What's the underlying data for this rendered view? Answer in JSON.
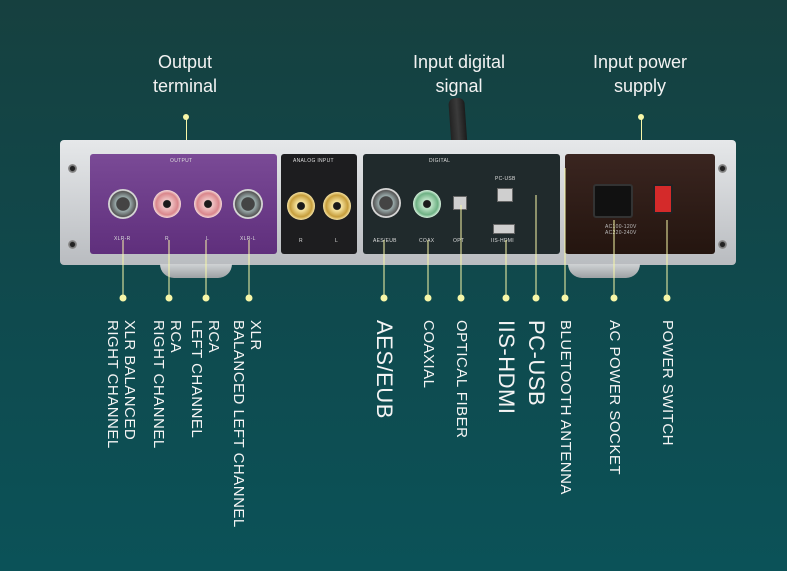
{
  "headings": {
    "output_terminal": "Output\nterminal",
    "input_digital": "Input digital\nsignal",
    "input_power": "Input power\nsupply"
  },
  "panel": {
    "output_title": "OUTPUT",
    "analog_title": "ANALOG INPUT",
    "digital_title": "DIGITAL",
    "pcusb_title": "PC-USB",
    "port_labels": {
      "xlr_r": "XLR-R",
      "r_out": "R",
      "l_out": "L",
      "xlr_l": "XLR-L",
      "r_in": "R",
      "l_in": "L",
      "aes": "AES/EUB",
      "coax": "COAX",
      "opt": "OPT",
      "iis": "IIS-HDMI"
    },
    "voltage_text": "AC100-120V\nAC220-240V"
  },
  "labels": [
    "XLR BALANCED\nRIGHT CHANNEL",
    "RCA\nRIGHT CHANNEL",
    "RCA\nLEFT CHANNEL",
    "XLR\nBALANCED LEFT CHANNEL",
    "AES/EUB",
    "COAXIAL",
    "OPTICAL FIBER",
    "IIS-HDMI",
    "PC-USB",
    "BLUETOOTH ANTENNA",
    "AC POWER SOCKET",
    "POWER SWITCH"
  ],
  "colors": {
    "accent": "#f7f7a8",
    "output_section": "#6c3a89",
    "background": "#114446"
  }
}
